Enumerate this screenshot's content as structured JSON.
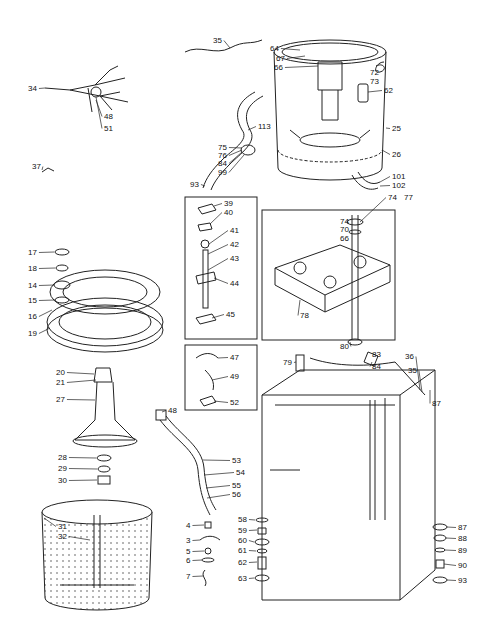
{
  "diagram": {
    "labels": [
      "35",
      "34",
      "48",
      "51",
      "37",
      "64",
      "67",
      "66",
      "72",
      "73",
      "62",
      "113",
      "75",
      "76",
      "84",
      "99",
      "93",
      "25",
      "26",
      "101",
      "102",
      "74",
      "77",
      "39",
      "40",
      "41",
      "42",
      "43",
      "44",
      "45",
      "47",
      "49",
      "52",
      "48",
      "74",
      "70",
      "66",
      "78",
      "80",
      "79",
      "83",
      "84",
      "36",
      "35",
      "87",
      "17",
      "18",
      "14",
      "15",
      "16",
      "19",
      "20",
      "21",
      "27",
      "28",
      "29",
      "30",
      "31",
      "32",
      "53",
      "54",
      "55",
      "56",
      "4",
      "3",
      "5",
      "6",
      "7",
      "58",
      "59",
      "60",
      "61",
      "62",
      "63",
      "87",
      "88",
      "89",
      "90",
      "93"
    ]
  }
}
